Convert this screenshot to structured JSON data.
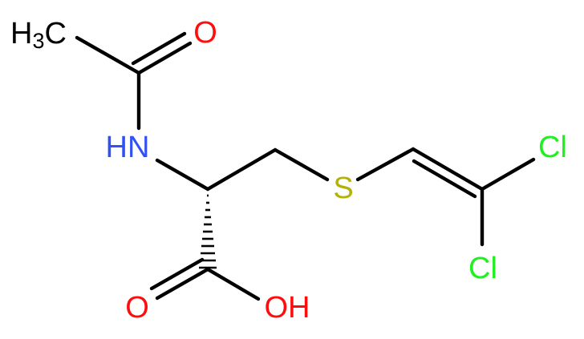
{
  "molecule": {
    "atoms": {
      "methyl": {
        "main": "H",
        "sub": "3",
        "tail": "C"
      },
      "carbonyl_oxygen": "O",
      "amide_nitrogen": "HN",
      "sulfur": "S",
      "chlorine_1": "Cl",
      "chlorine_2": "Cl",
      "acid_carbonyl_oxygen": "O",
      "acid_hydroxyl": "OH"
    },
    "colors": {
      "carbon_bond": "#000000",
      "oxygen": "#ff0d0d",
      "nitrogen": "#3050f8",
      "sulfur": "#b2b200",
      "chlorine": "#1ff01f"
    }
  }
}
